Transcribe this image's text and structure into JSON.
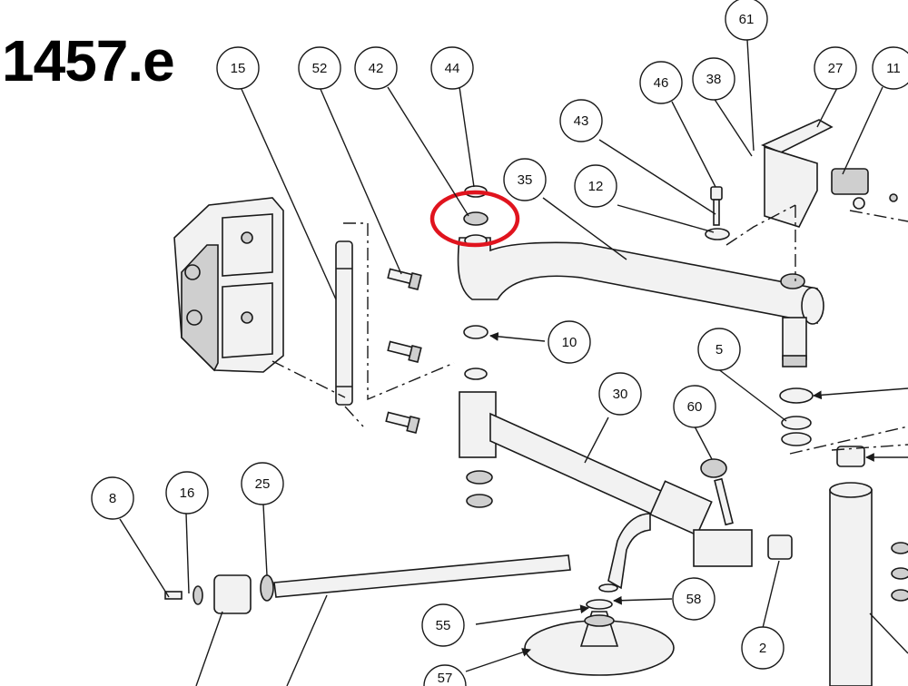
{
  "figure_number": "1457.e",
  "highlight_color": "#e0141e",
  "highlighted_part": "42",
  "callouts": [
    "15",
    "52",
    "42",
    "44",
    "35",
    "61",
    "27",
    "11",
    "46",
    "38",
    "43",
    "12",
    "10",
    "5",
    "30",
    "60",
    "8",
    "16",
    "25",
    "58",
    "55",
    "2",
    "57"
  ]
}
